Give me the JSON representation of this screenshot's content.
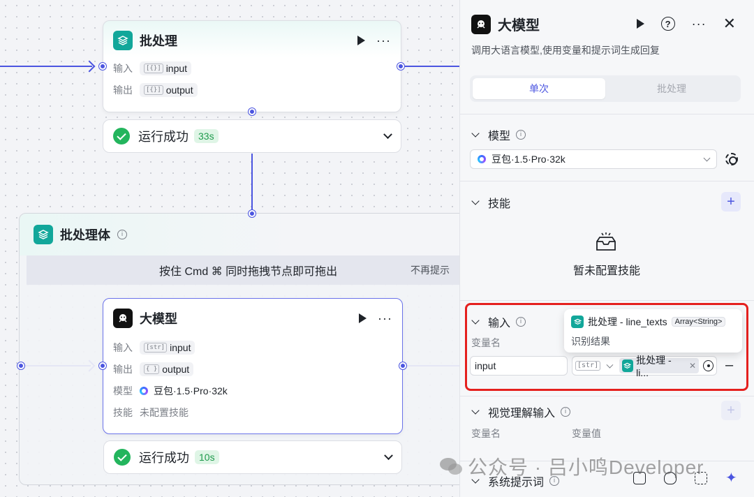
{
  "canvas": {
    "top_node": {
      "title": "批处理",
      "rows": [
        {
          "label": "输入",
          "type_icon": "[{}]",
          "value": "input"
        },
        {
          "label": "输出",
          "type_icon": "[{}]",
          "value": "output"
        }
      ],
      "status": {
        "text": "运行成功",
        "time": "33s"
      }
    },
    "group": {
      "title": "批处理体",
      "hint": "按住 Cmd ⌘ 同时拖拽节点即可拖出",
      "dismiss": "不再提示"
    },
    "inner_node": {
      "title": "大模型",
      "rows": [
        {
          "label": "输入",
          "type_icon": "[str]",
          "value": "input"
        },
        {
          "label": "输出",
          "type_icon": "{ }",
          "value": "output"
        },
        {
          "label": "模型",
          "value": "豆包·1.5·Pro·32k"
        },
        {
          "label": "技能",
          "value": "未配置技能"
        }
      ],
      "status": {
        "text": "运行成功",
        "time": "10s"
      }
    }
  },
  "panel": {
    "title": "大模型",
    "description": "调用大语言模型,使用变量和提示词生成回复",
    "tabs": [
      {
        "label": "单次",
        "active": true
      },
      {
        "label": "批处理",
        "active": false
      }
    ],
    "model_section": {
      "title": "模型",
      "selected": "豆包·1.5·Pro·32k"
    },
    "skills_section": {
      "title": "技能",
      "empty_text": "暂未配置技能"
    },
    "input_section": {
      "title": "输入",
      "col_name": "变量名",
      "var_name": "input",
      "type_tag": "[str]",
      "ref_label": "批处理 - li...",
      "tooltip": {
        "node": "批处理",
        "separator": " - ",
        "field": "line_texts",
        "type": "Array<String>",
        "desc": "识别结果"
      }
    },
    "vision_section": {
      "title": "视觉理解输入",
      "col_name": "变量名",
      "col_value": "变量值"
    },
    "system_section": {
      "title": "系统提示词"
    }
  },
  "watermark": "公众号 · 吕小鸣Developer",
  "colors": {
    "accent": "#4b55e0",
    "teal": "#12a79a",
    "success": "#23b55d",
    "highlight": "#e5201e"
  }
}
